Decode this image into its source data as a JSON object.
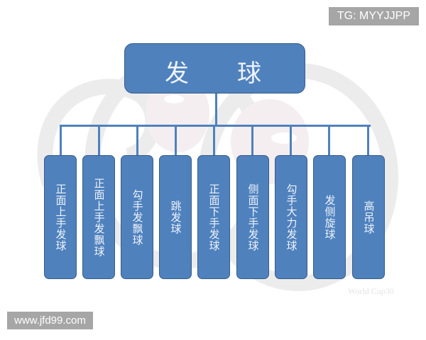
{
  "diagram": {
    "root": {
      "label_left": "发",
      "label_right": "球",
      "full_label": "发球"
    },
    "children": [
      {
        "label": "正面上手发球"
      },
      {
        "label": "正面上手发飘球"
      },
      {
        "label": "勾手发飘球"
      },
      {
        "label": "跳发球"
      },
      {
        "label": "正面下手发球"
      },
      {
        "label": "侧面下手发球"
      },
      {
        "label": "勾手大力发球"
      },
      {
        "label": "发侧旋球"
      },
      {
        "label": "高吊球"
      }
    ],
    "colors": {
      "box_fill": "#4f81bd",
      "box_border": "#385d8a",
      "text": "#eef3fa"
    }
  },
  "watermarks": {
    "top_right": "TG: MYYJJPP",
    "bottom_left": "www.jfd99.com",
    "bottom_right": "World Cup30"
  }
}
